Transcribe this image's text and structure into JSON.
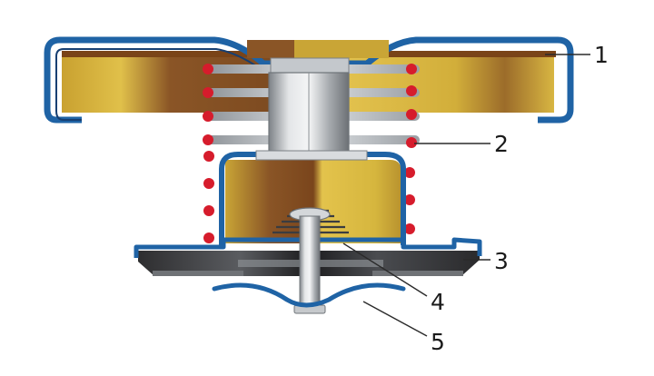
{
  "diagram": {
    "callouts": [
      {
        "id": "1",
        "label": "1"
      },
      {
        "id": "2",
        "label": "2"
      },
      {
        "id": "3",
        "label": "3"
      },
      {
        "id": "4",
        "label": "4"
      },
      {
        "id": "5",
        "label": "5"
      }
    ]
  },
  "colors": {
    "outline_blue": "#1f63a5",
    "dark_blue": "#163f72",
    "gasket_brown": "#7a4418",
    "body_yellow": "#d6b43a",
    "body_brown": "#8a5526",
    "steel_light": "#d6d9dc",
    "steel_dark": "#8d9297",
    "spring_red": "#d61c2c",
    "spring_grey": "#a8adb2"
  }
}
